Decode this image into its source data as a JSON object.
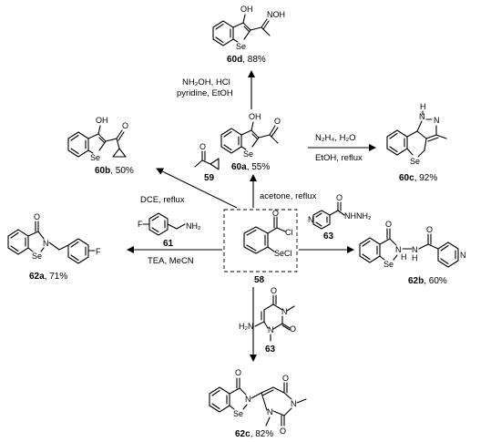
{
  "compounds": {
    "c58": {
      "number": "58",
      "yield": ""
    },
    "c60a": {
      "number": "60a",
      "yield": ", 55%"
    },
    "c60b": {
      "number": "60b",
      "yield": ", 50%"
    },
    "c60c": {
      "number": "60c",
      "yield": ", 92%"
    },
    "c60d": {
      "number": "60d",
      "yield": ", 88%"
    },
    "c62a": {
      "number": "62a",
      "yield": ", 71%"
    },
    "c62b": {
      "number": "62b",
      "yield": ", 60%"
    },
    "c62c": {
      "number": "62c",
      "yield": ", 82%"
    }
  },
  "reagents": {
    "r59": "59",
    "r61": "61",
    "r63a": "63",
    "r63b": "63"
  },
  "conditions": {
    "to60d_line1": "NH₂OH, HCl",
    "to60d_line2": "pyridine, EtOH",
    "to60c_line1": "N₂H₄, H₂O",
    "to60c_line2": "EtOH, reflux",
    "to60b": "DCE, reflux",
    "to60a": "acetone, reflux",
    "to62a": "TEA, MeCN"
  },
  "atoms": {
    "Se": "Se",
    "OH": "OH",
    "NOH": "NOH",
    "O": "O",
    "Cl": "Cl",
    "SeCl": "SeCl",
    "F": "F",
    "NH2": "NH₂",
    "NHNH2": "NHNH₂",
    "N": "N",
    "H": "H",
    "HN": "HN",
    "H2N": "H₂N"
  }
}
